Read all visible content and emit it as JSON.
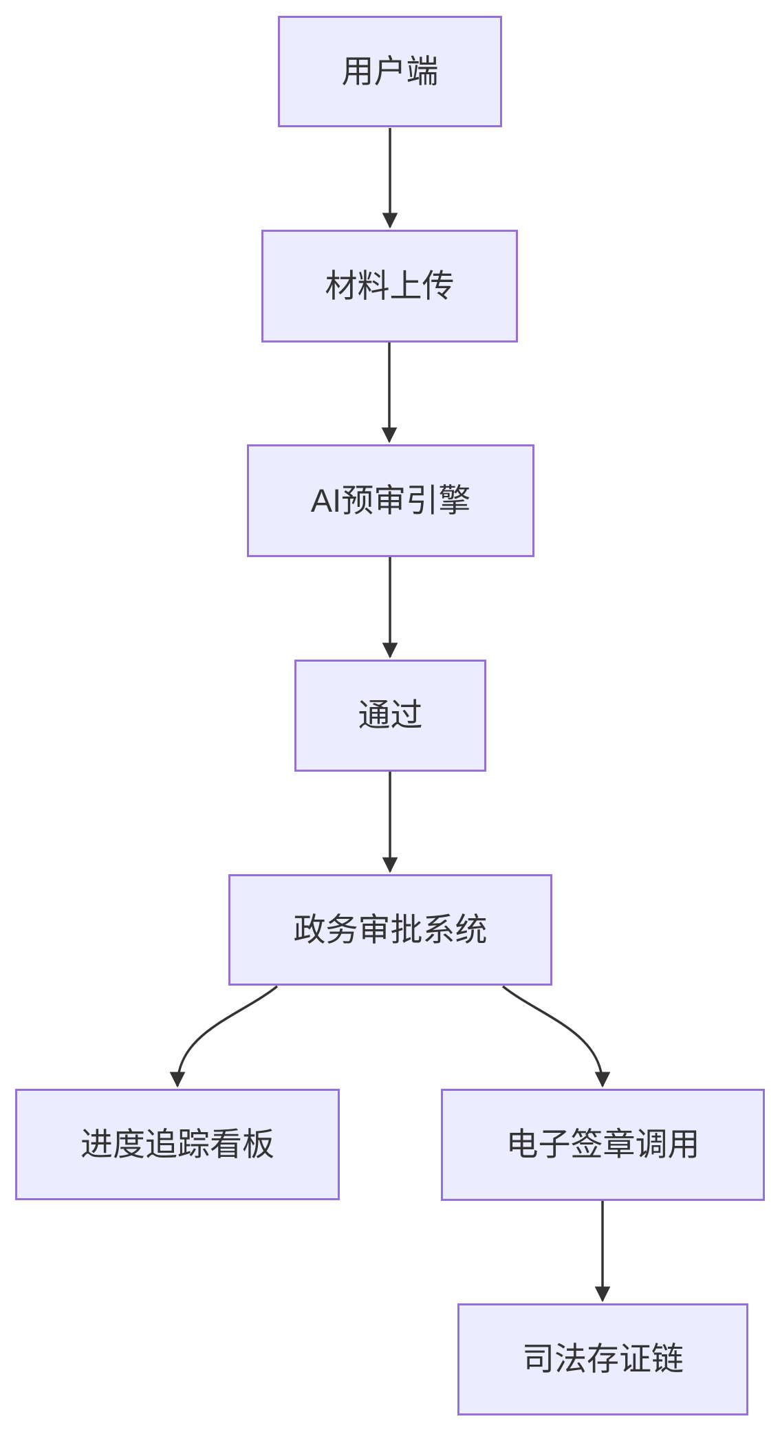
{
  "diagram": {
    "type": "flowchart",
    "direction": "top-down",
    "colors": {
      "node_fill": "#ECECFF",
      "node_border": "#9370DB",
      "text": "#333333",
      "arrow": "#333333",
      "background": "#FFFFFF"
    },
    "nodes": [
      {
        "id": "user-client",
        "label": "用户端"
      },
      {
        "id": "material-upload",
        "label": "材料上传"
      },
      {
        "id": "ai-review-engine",
        "label": "AI预审引擎"
      },
      {
        "id": "pass",
        "label": "通过"
      },
      {
        "id": "gov-approval",
        "label": "政务审批系统"
      },
      {
        "id": "progress-board",
        "label": "进度追踪看板"
      },
      {
        "id": "esignature-call",
        "label": "电子签章调用"
      },
      {
        "id": "judicial-chain",
        "label": "司法存证链"
      }
    ],
    "edges": [
      {
        "from": "用户端",
        "to": "材料上传",
        "style": "straight-arrow"
      },
      {
        "from": "材料上传",
        "to": "AI预审引擎",
        "style": "straight-arrow"
      },
      {
        "from": "AI预审引擎",
        "to": "通过",
        "style": "straight-arrow"
      },
      {
        "from": "通过",
        "to": "政务审批系统",
        "style": "straight-arrow"
      },
      {
        "from": "政务审批系统",
        "to": "进度追踪看板",
        "style": "curved-arrow"
      },
      {
        "from": "政务审批系统",
        "to": "电子签章调用",
        "style": "curved-arrow"
      },
      {
        "from": "电子签章调用",
        "to": "司法存证链",
        "style": "straight-arrow"
      }
    ]
  }
}
